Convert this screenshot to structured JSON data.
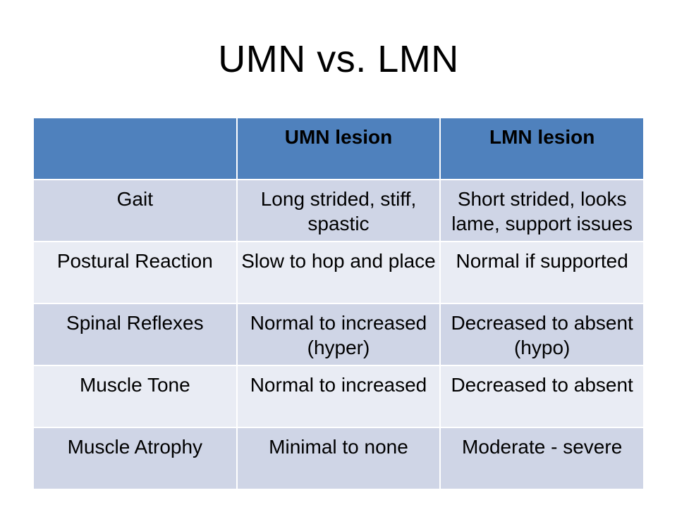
{
  "slide": {
    "title": "UMN vs. LMN",
    "table": {
      "columns": [
        "",
        "UMN lesion",
        "LMN lesion"
      ],
      "rows": [
        {
          "label": "Gait",
          "umn": "Long strided, stiff, spastic",
          "lmn": "Short strided, looks lame, support issues"
        },
        {
          "label": "Postural Reaction",
          "umn": "Slow to hop and place",
          "lmn": "Normal if supported"
        },
        {
          "label": "Spinal Reflexes",
          "umn": "Normal to increased (hyper)",
          "lmn": "Decreased to absent (hypo)"
        },
        {
          "label": "Muscle Tone",
          "umn": "Normal to increased",
          "lmn": "Decreased to absent"
        },
        {
          "label": "Muscle Atrophy",
          "umn": "Minimal to none",
          "lmn": "Moderate - severe"
        }
      ]
    }
  },
  "colors": {
    "header_fill": "#4f81bd",
    "band_dark": "#cfd5e6",
    "band_light": "#e9ecf4"
  }
}
